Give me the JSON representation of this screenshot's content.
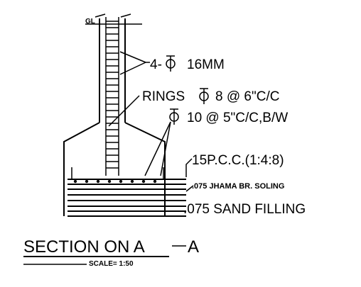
{
  "labels": {
    "ground_level": "GL",
    "main_bars": "4-",
    "main_bars_size": "16MM",
    "rings": "RINGS",
    "rings_spec": "8 @ 6\"C/C",
    "mesh_spec": "10 @   5\"C/C,B/W",
    "pcc": "15P.C.C.(1:4:8)",
    "soling": ".075 JHAMA BR. SOLING",
    "sand": ".075 SAND FILLING",
    "section_prefix": "SECTION  ON  A",
    "section_suffix": "A",
    "scale": "SCALE= 1:50"
  }
}
